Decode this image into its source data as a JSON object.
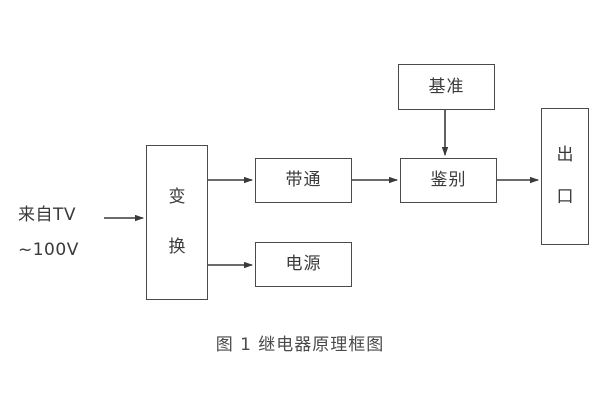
{
  "figure": {
    "caption": "图 1  继电器原理框图",
    "background_color": "#ffffff",
    "line_color": "#4a4a4a",
    "text_color": "#3a3a3a"
  },
  "input": {
    "line1": "来自TV",
    "line2": "~100V"
  },
  "blocks": [
    {
      "id": "transform",
      "label_line1": "变",
      "label_line2": "换",
      "label": "变换"
    },
    {
      "id": "bandpass",
      "label": "带通"
    },
    {
      "id": "power",
      "label": "电源"
    },
    {
      "id": "reference",
      "label": "基准"
    },
    {
      "id": "discriminate",
      "label": "鉴别"
    },
    {
      "id": "output",
      "label_line1": "出",
      "label_line2": "口",
      "label": "出口"
    }
  ],
  "connections": [
    {
      "from": "来自TV ~100V",
      "to": "变换"
    },
    {
      "from": "变换",
      "to": "带通"
    },
    {
      "from": "变换",
      "to": "电源"
    },
    {
      "from": "带通",
      "to": "鉴别"
    },
    {
      "from": "基准",
      "to": "鉴别"
    },
    {
      "from": "鉴别",
      "to": "出口"
    }
  ]
}
